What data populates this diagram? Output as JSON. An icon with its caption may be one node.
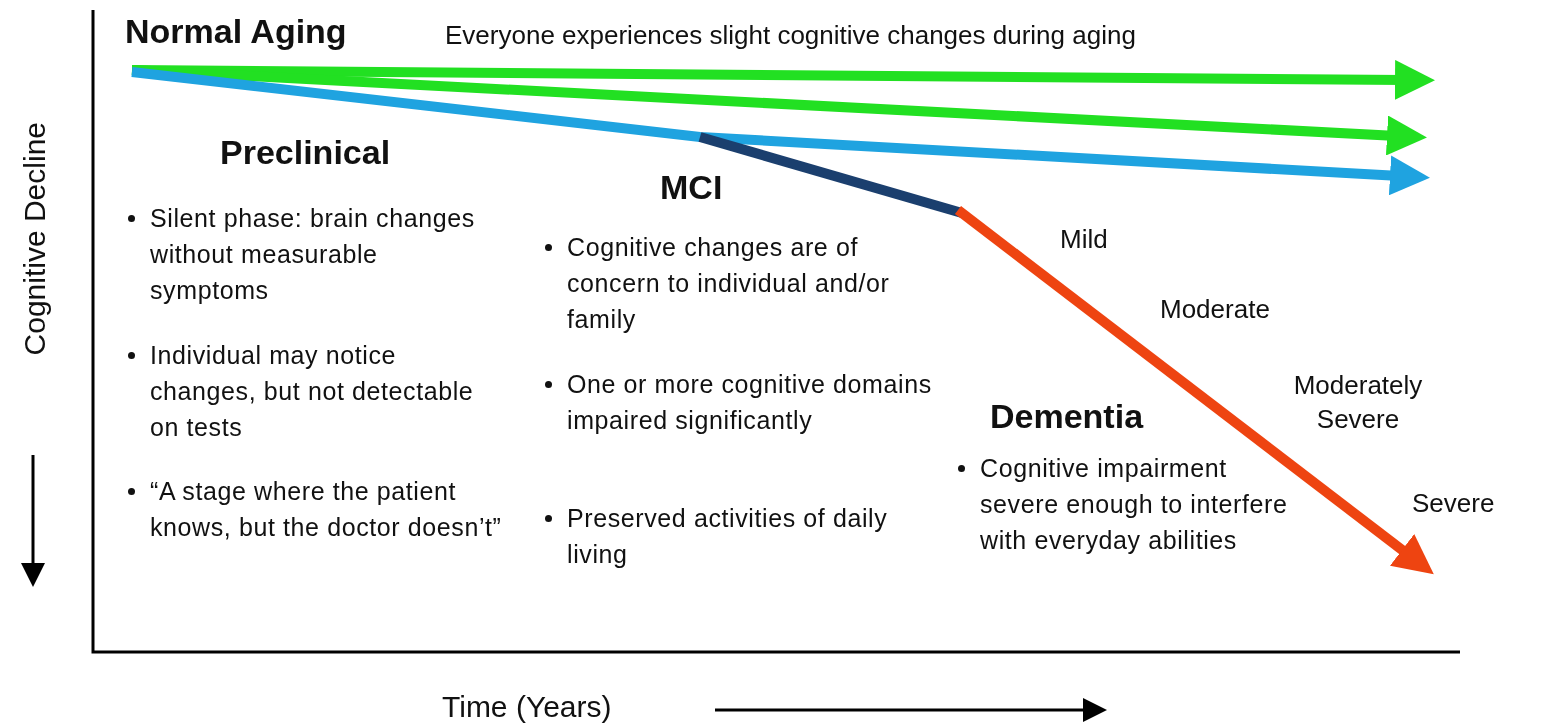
{
  "diagram": {
    "labels": [
      "Normal Aging",
      "Everyone experiences slight cognitive changes during aging",
      "Preclinical",
      "Silent phase: brain changes without measurable symptoms",
      "Individual may notice changes, but not detectable on tests",
      "“A stage where the patient knows, but the doctor doesn’t”",
      "MCI",
      "Cognitive changes are of concern to individual and/or family",
      "One or more cognitive domains impaired significantly",
      "Preserved activities of daily living",
      "Mild",
      "Moderate",
      "Moderately Severe",
      "Dementia",
      "Cognitive impairment severe enough to interfere with everyday abilities",
      "Severe",
      "Cognitive Decline",
      "Time (Years)"
    ]
  }
}
